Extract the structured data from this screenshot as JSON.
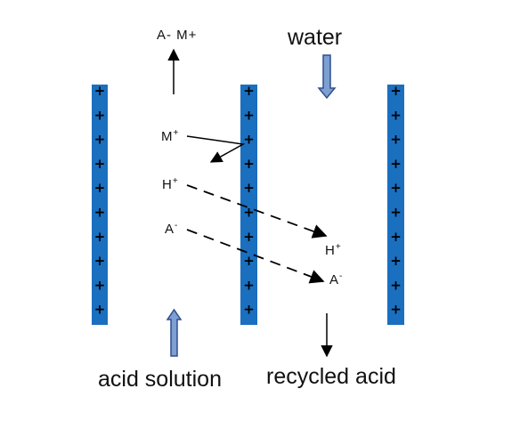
{
  "labels": {
    "top_ions": "A- M+",
    "water": "water",
    "acid_solution": "acid solution",
    "recycled_acid": "recycled acid"
  },
  "ions": {
    "m_left": {
      "symbol": "M",
      "charge": "+"
    },
    "h_left": {
      "symbol": "H",
      "charge": "+"
    },
    "a_left": {
      "symbol": "A",
      "charge": "-"
    },
    "h_right": {
      "symbol": "H",
      "charge": "+"
    },
    "a_right": {
      "symbol": "A",
      "charge": "-"
    }
  },
  "membrane": {
    "charge_sign": "+",
    "color": "#1a6fbf",
    "signs_per_membrane": 10
  },
  "colors": {
    "flow_arrow_fill": "#7d9fd1",
    "flow_arrow_stroke": "#2f4f8f",
    "line": "#000000"
  }
}
